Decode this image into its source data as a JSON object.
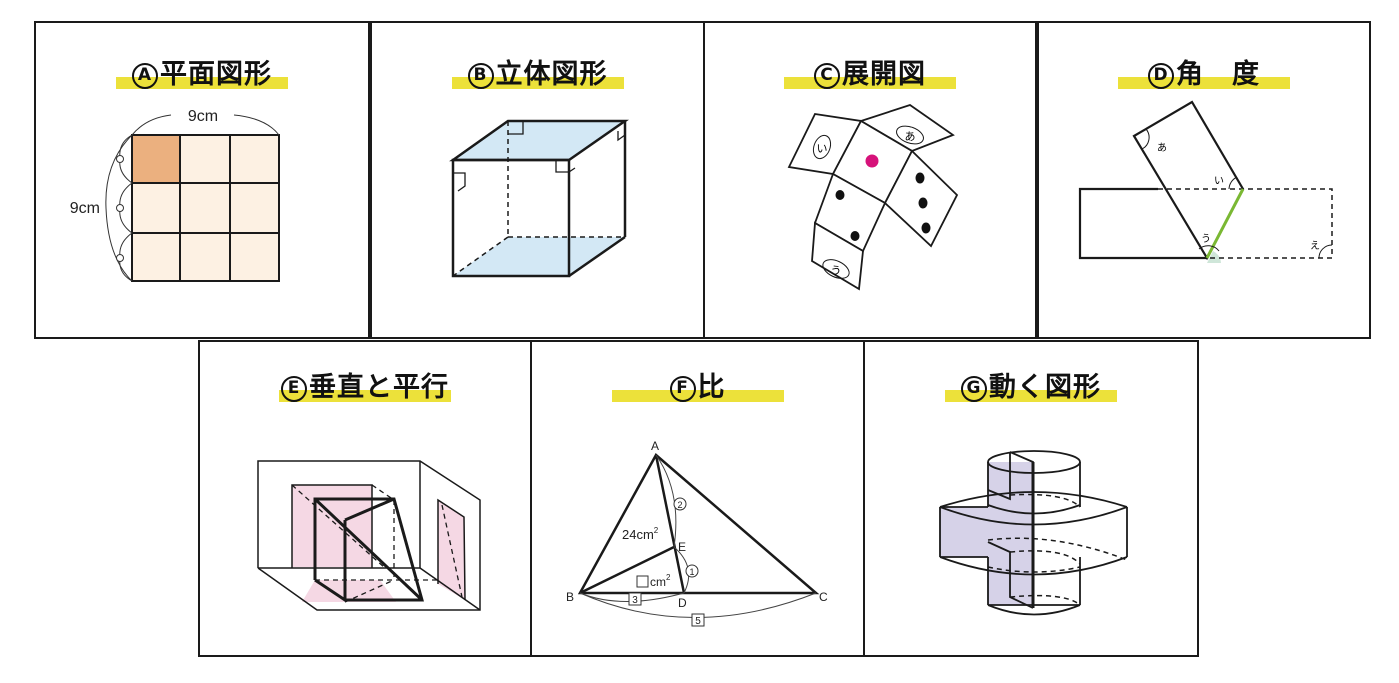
{
  "colors": {
    "highlight": "#ece13a",
    "grid_fill": "#fdf1e3",
    "grid_accent": "#ebb07f",
    "cube_fill": "#d3e8f5",
    "dot_accent": "#d6127a",
    "angle_green": "#7ab833",
    "plane_pink": "#f5d8e4",
    "section_purple": "#d6d2e8"
  },
  "panels": [
    {
      "id": "A",
      "letter": "A",
      "title": "平面図形",
      "labels": {
        "width": "9cm",
        "height": "9cm"
      }
    },
    {
      "id": "B",
      "letter": "B",
      "title": "立体図形"
    },
    {
      "id": "C",
      "letter": "C",
      "title": "展開図",
      "labels": {
        "face_a": "あ",
        "face_i": "い",
        "face_u": "う"
      }
    },
    {
      "id": "D",
      "letter": "D",
      "title": "角　度",
      "labels": {
        "angle_a": "あ",
        "angle_i": "い",
        "angle_u": "う",
        "angle_e": "え"
      }
    },
    {
      "id": "E",
      "letter": "E",
      "title": "垂直と平行"
    },
    {
      "id": "F",
      "letter": "F",
      "title": "比",
      "labels": {
        "A": "A",
        "B": "B",
        "C": "C",
        "D": "D",
        "E": "E",
        "area_abe": "24cm",
        "area_bed": "cm",
        "ratio_ae": "2",
        "ratio_ed": "1",
        "ratio_bd": "3",
        "ratio_bc": "5",
        "sup": "2"
      }
    },
    {
      "id": "G",
      "letter": "G",
      "title": "動く図形"
    }
  ]
}
